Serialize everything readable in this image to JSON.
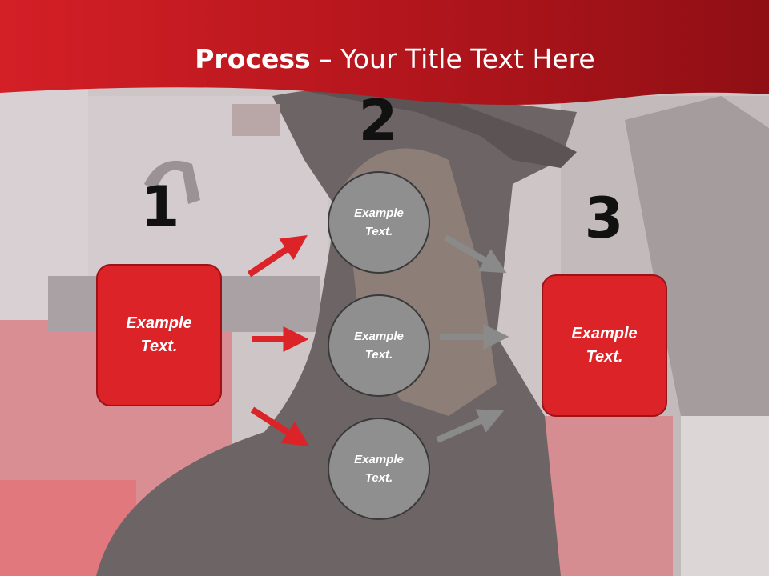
{
  "title": {
    "bold": "Process",
    "rest": " – Your Title Text Here"
  },
  "steps": [
    {
      "number": "1",
      "text_line1": "Example",
      "text_line2": "Text."
    },
    {
      "number": "2"
    },
    {
      "number": "3",
      "text_line1": "Example",
      "text_line2": "Text."
    }
  ],
  "circles": [
    {
      "line1": "Example",
      "line2": "Text."
    },
    {
      "line1": "Example",
      "line2": "Text."
    },
    {
      "line1": "Example",
      "line2": "Text."
    }
  ],
  "colors": {
    "accent": "#db2328",
    "circle": "#8f8f8f",
    "arrow_red": "#db2328",
    "arrow_gray": "#8a8a8a"
  }
}
